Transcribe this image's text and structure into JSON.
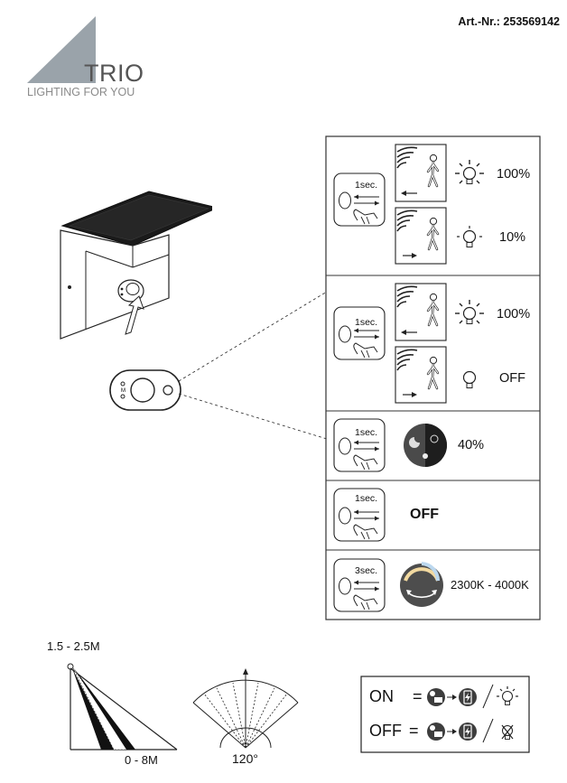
{
  "header": {
    "article_number": "Art.-Nr.: 253569142",
    "brand": "TRIO",
    "tagline": "LIGHTING FOR YOU"
  },
  "modes": [
    {
      "hold": "1sec.",
      "rows": [
        {
          "direction": "in",
          "lamp": "bright",
          "level": "100%"
        },
        {
          "direction": "out",
          "lamp": "dim",
          "level": "10%"
        }
      ]
    },
    {
      "hold": "1sec.",
      "rows": [
        {
          "direction": "in",
          "lamp": "bright",
          "level": "100%"
        },
        {
          "direction": "out",
          "lamp": "off",
          "level": "OFF"
        }
      ]
    },
    {
      "hold": "1sec.",
      "icon": "day-night-icon",
      "level": "40%"
    },
    {
      "hold": "1sec.",
      "level": "OFF"
    },
    {
      "hold": "3sec.",
      "icon": "color-temperature-icon",
      "level": "2300K - 4000K"
    }
  ],
  "detection": {
    "mount_height": "1.5 - 2.5M",
    "range": "0 - 8M",
    "angle": "120°"
  },
  "legend": {
    "on_label": "ON",
    "off_label": "OFF",
    "equals": "="
  },
  "colors": {
    "logo_gray": "#9aa3aa",
    "line": "#222222",
    "panel_border": "#333333"
  }
}
